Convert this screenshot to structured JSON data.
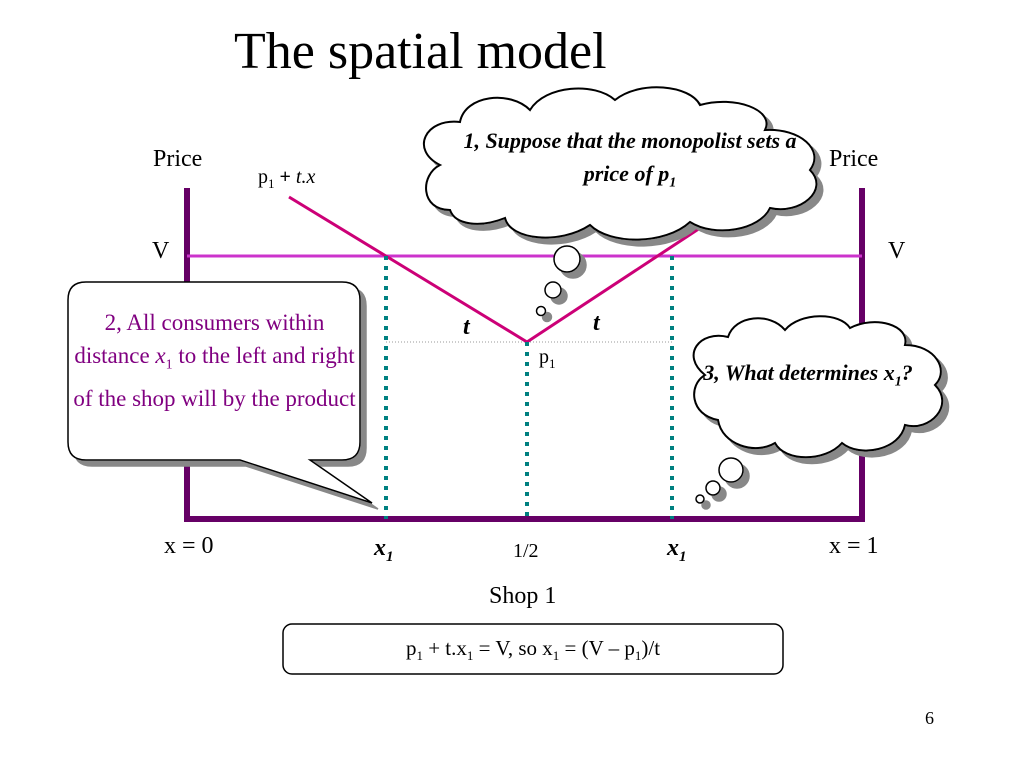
{
  "title": "The spatial model",
  "axis": {
    "price_left": "Price",
    "price_right": "Price",
    "v_left": "V",
    "v_right": "V",
    "x0_label": "x = 0",
    "x1_end_label": "x = 1",
    "x1_left": "x",
    "x1_left_sub": "1",
    "half": "1/2",
    "x1_right": "x",
    "x1_right_sub": "1",
    "shop": "Shop 1"
  },
  "curve_labels": {
    "p1_plus_tx_p": "p",
    "p1_plus_tx_sub": "1",
    "p1_plus_tx_rest": " + ",
    "p1_plus_tx_italic": "t.x",
    "t_left": "t",
    "t_right": "t",
    "p1_main": "p",
    "p1_sub": "1"
  },
  "callouts": {
    "thought1_a": "1, Suppose that the monopolist sets a price of p",
    "thought1_sub": "1",
    "speech2_a": "2, All consumers within distance ",
    "speech2_x": "x",
    "speech2_sub": "1",
    "speech2_b": " to the left and right of the shop will by the product",
    "thought3_a": "3, What determines x",
    "thought3_sub": "1",
    "thought3_b": "?"
  },
  "formula": {
    "p": "p",
    "s1": "1",
    "a": " + t.x",
    "s2": "1",
    "b": " = V, so x",
    "s3": "1",
    "c": " = (V – p",
    "s4": "1",
    "d": ")/t"
  },
  "slide_number": "6",
  "colors": {
    "axis": "#660066",
    "v_line": "#cc33cc",
    "price_curve": "#cc0077",
    "dotted": "#008080",
    "speech_text": "#800080"
  }
}
